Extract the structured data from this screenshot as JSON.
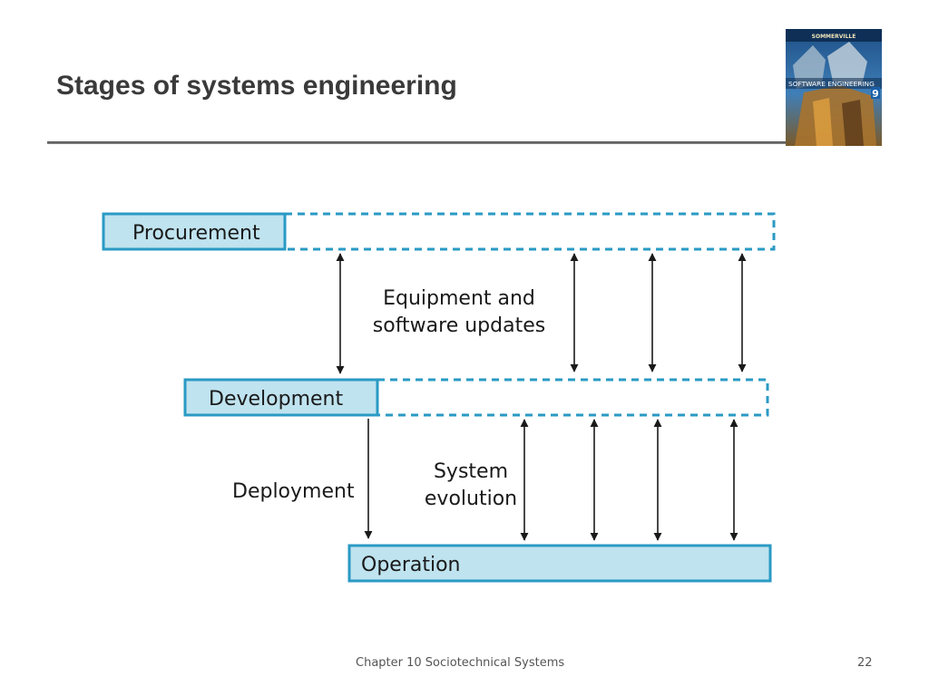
{
  "slide": {
    "title": "Stages of systems engineering",
    "footer_text": "Chapter 10 Sociotechnical Systems",
    "page_number": "22"
  },
  "book_cover": {
    "author": "SOMMERVILLE",
    "title": "SOFTWARE ENGINEERING",
    "edition": "9"
  },
  "diagram": {
    "stages": {
      "procurement": "Procurement",
      "development": "Development",
      "operation": "Operation"
    },
    "labels": {
      "updates_line1": "Equipment and",
      "updates_line2": "software updates",
      "deployment": "Deployment",
      "evolution_line1": "System",
      "evolution_line2": "evolution"
    }
  },
  "colors": {
    "stage_fill": "#bfe3ef",
    "stage_border": "#2a9ac4",
    "title_text": "#3a3a3a",
    "arrow": "#1a1a1a"
  }
}
